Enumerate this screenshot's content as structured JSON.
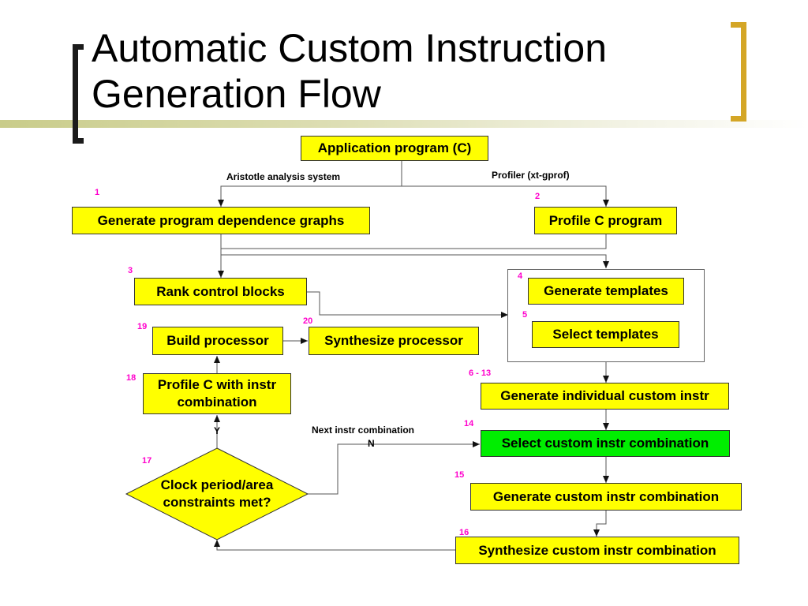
{
  "slide": {
    "title_line1": "Automatic Custom Instruction",
    "title_line2": "Generation Flow"
  },
  "nodes": {
    "app_program": "Application program (C)",
    "gen_pdg": "Generate program dependence graphs",
    "profile_c": "Profile C program",
    "rank_blocks": "Rank control blocks",
    "gen_templates": "Generate templates",
    "select_templates": "Select templates",
    "build_processor": "Build processor",
    "synth_processor": "Synthesize processor",
    "profile_instr_line1": "Profile C with instr",
    "profile_instr_line2": "combination",
    "gen_individual": "Generate individual custom instr",
    "select_combo": "Select custom instr combination",
    "gen_combo": "Generate custom instr combination",
    "synth_combo": "Synthesize custom instr combination",
    "decision_line1": "Clock period/area",
    "decision_line2": "constraints met?"
  },
  "edge_labels": {
    "aristotle": "Aristotle analysis system",
    "profiler": "Profiler (xt-gprof)",
    "next_combo": "Next instr combination",
    "no": "N",
    "yes": "Y"
  },
  "steps": {
    "s1": "1",
    "s2": "2",
    "s3": "3",
    "s4": "4",
    "s5": "5",
    "s6_13": "6 - 13",
    "s14": "14",
    "s15": "15",
    "s16": "16",
    "s17": "17",
    "s18": "18",
    "s19": "19",
    "s20": "20"
  },
  "colors": {
    "node_fill": "#ffff00",
    "highlight_fill": "#00ee00",
    "step_number": "#ff00cc",
    "bracket_right": "#d4a626"
  }
}
